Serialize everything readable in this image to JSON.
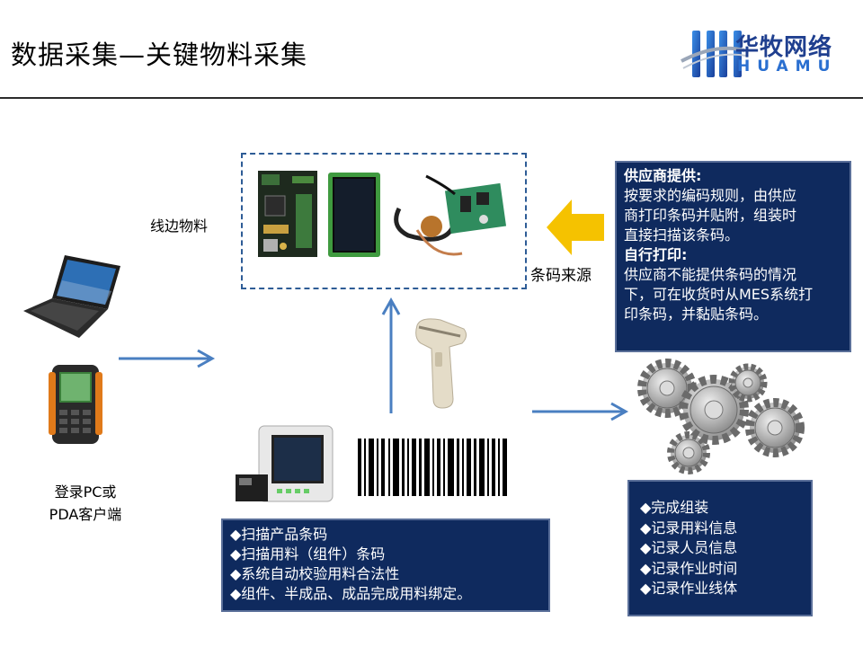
{
  "header": {
    "title": "数据采集—关键物料采集",
    "logo_cn": "华牧网络",
    "logo_en": "HUAMU"
  },
  "labels": {
    "line_material": "线边物料",
    "barcode_source": "条码来源",
    "login_line1": "登录PC或",
    "login_line2": "PDA客户端"
  },
  "supplier_box": {
    "heading1": "供应商提供:",
    "lines1": [
      "按要求的编码规则，由供应",
      "商打印条码并贴附，组装时",
      "直接扫描该条码。"
    ],
    "heading2": "自行打印:",
    "lines2": [
      "供应商不能提供条码的情况",
      "下，可在收货时从MES系统打",
      "印条码，并黏贴条码。"
    ]
  },
  "scan_box": {
    "items": [
      "◆扫描产品条码",
      "◆扫描用料（组件）条码",
      "◆系统自动校验用料合法性",
      "◆组件、半成品、成品完成用料绑定。"
    ]
  },
  "assembly_box": {
    "items": [
      "◆完成组装",
      "◆记录用料信息",
      "◆记录人员信息",
      "◆记录作业时间",
      "◆记录作业线体"
    ]
  },
  "colors": {
    "navy": "#0f2a5e",
    "arrow_blue": "#4a7fc1",
    "arrow_yellow": "#f5c200",
    "dashed_border": "#2e5c96"
  }
}
